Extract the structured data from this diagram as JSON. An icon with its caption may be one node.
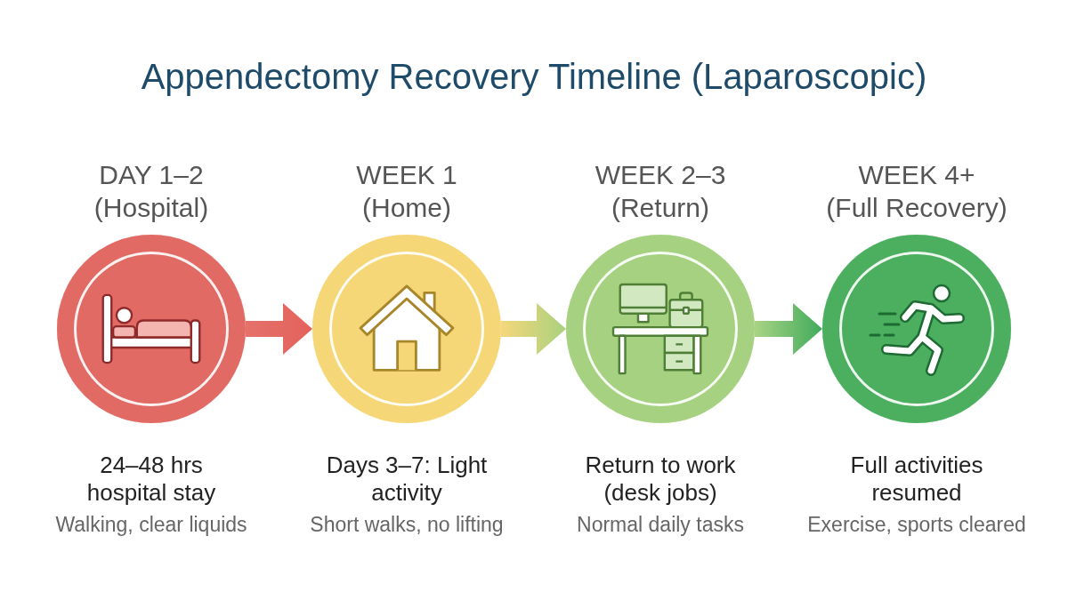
{
  "diagram": {
    "title": "Appendectomy Recovery Timeline (Laparoscopic)",
    "nodes": [
      {
        "text": [
          "DAY 1–2 (Hospital)"
        ],
        "beside": [
          "24–48 hrs hospital stay",
          "Walking, clear liquids"
        ]
      },
      {
        "text": [
          "WEEK 1 (Home)"
        ],
        "beside": [
          "Days 3–7: Light activity",
          "Short walks, no lifting"
        ]
      },
      {
        "text": [
          "WEEK 2–3 (Return)"
        ],
        "beside": [
          "Return to work (desk jobs)",
          "Normal daily tasks"
        ]
      },
      {
        "text": [
          "WEEK 4+ (Full Recovery)"
        ],
        "beside": [
          "Full activities resumed",
          "Exercise, sports cleared"
        ]
      }
    ],
    "edges": [
      {
        "from": 0,
        "to": 1,
        "arrow": "to"
      },
      {
        "from": 1,
        "to": 2,
        "arrow": "to"
      },
      {
        "from": 2,
        "to": 3,
        "arrow": "to"
      }
    ]
  }
}
